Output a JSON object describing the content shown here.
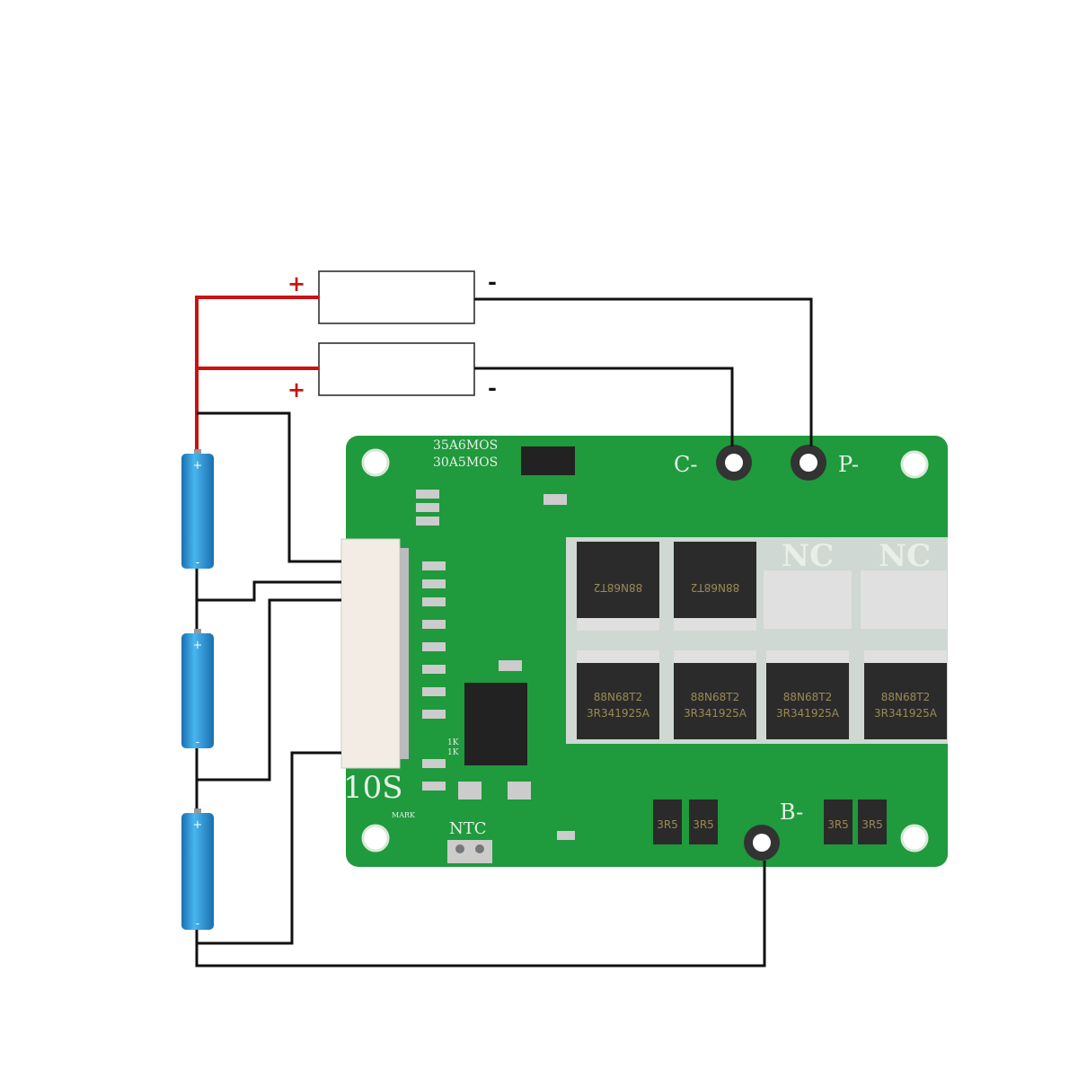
{
  "board": {
    "rating_1": "35A6MOS",
    "rating_2": "30A5MOS",
    "label_c": "C-",
    "label_p": "P-",
    "label_b": "B-",
    "series": "10S",
    "ntc": "NTC",
    "mark": "MARK",
    "nc": "NC",
    "mosfet_line1": "88N68T2",
    "mosfet_line2": "3R341925A",
    "shunt": "3R5",
    "resistor_label": "1K"
  },
  "loads": {
    "plus": "+",
    "minus": "-"
  },
  "colors": {
    "positive_wire": "#cc1111",
    "wire": "#111111",
    "pcb": "#1f9a3c",
    "battery": "#2a9ad8"
  }
}
